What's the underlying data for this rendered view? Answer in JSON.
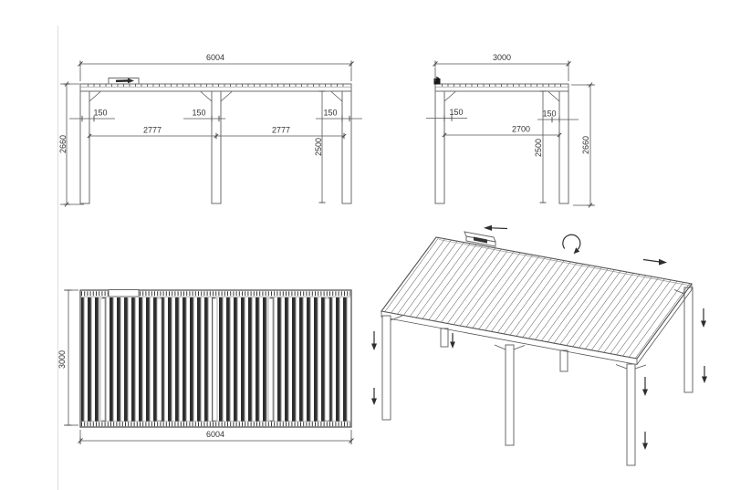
{
  "sheet": {
    "background": "#ffffff",
    "frame_color": "#dcdcdc",
    "structure_line_color": "#6b6b6b",
    "dimension_line_color": "#555555",
    "dimension_text_color": "#333333",
    "arrow_color": "#2e2e2e",
    "slat_dark_color": "#2e2e2e"
  },
  "views": {
    "front_elevation": {
      "overall_width": "6004",
      "overall_height": "2660",
      "offset_left": "150",
      "offset_middle": "150",
      "offset_right": "150",
      "bay_left": "2777",
      "bay_right": "2777",
      "clear_height": "2500"
    },
    "side_elevation": {
      "overall_width": "3000",
      "overall_height": "2660",
      "offset_left": "150",
      "offset_right": "150",
      "clear_span": "2700",
      "clear_height": "2500"
    },
    "plan_view": {
      "overall_width": "6004",
      "overall_depth": "3000"
    },
    "perspective_view": {
      "icons": {
        "slide_left_arrow": "←",
        "rotate_arrow": "↻",
        "slide_right_arrow": "→",
        "down_arrow": "↓"
      }
    }
  }
}
